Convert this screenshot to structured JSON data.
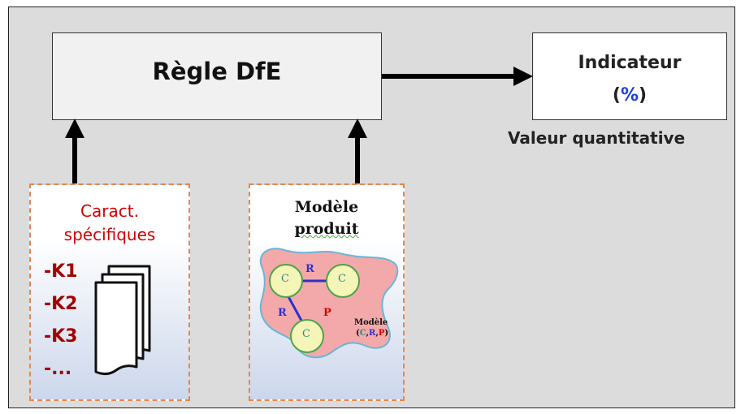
{
  "rule": {
    "title": "Règle DfE"
  },
  "indicator": {
    "title": "Indicateur",
    "unit_open": "(",
    "unit": "%",
    "unit_close": ")",
    "value_label": "Valeur quantitative"
  },
  "characteristics": {
    "title_line1": "Caract.",
    "title_line2": "spécifiques",
    "items": [
      "-K1",
      "-K2",
      "-K3",
      "-..."
    ]
  },
  "product_model": {
    "title_line1": "Modèle",
    "title_line2": "produit",
    "nodes": [
      "C",
      "C",
      "C"
    ],
    "relation_labels": [
      "R",
      "R"
    ],
    "property_label": "P",
    "legend_title": "Modèle",
    "legend_open": "(",
    "legend_c": "C",
    "legend_sep1": ",",
    "legend_r": "R",
    "legend_sep2": ",",
    "legend_p": "P",
    "legend_close": ")"
  },
  "colors": {
    "dashed_border": "#e8874a",
    "red_text": "#d40000",
    "dark_red_text": "#a30000",
    "percent_blue": "#1a3fd6",
    "blob_fill": "#f3a9a9",
    "blob_outline": "#6ab6d8",
    "node_fill": "#f6f5b8",
    "node_stroke": "#4aa44a"
  },
  "icons": {
    "documents": "document-stack-icon",
    "arrows": "arrow-icon"
  }
}
